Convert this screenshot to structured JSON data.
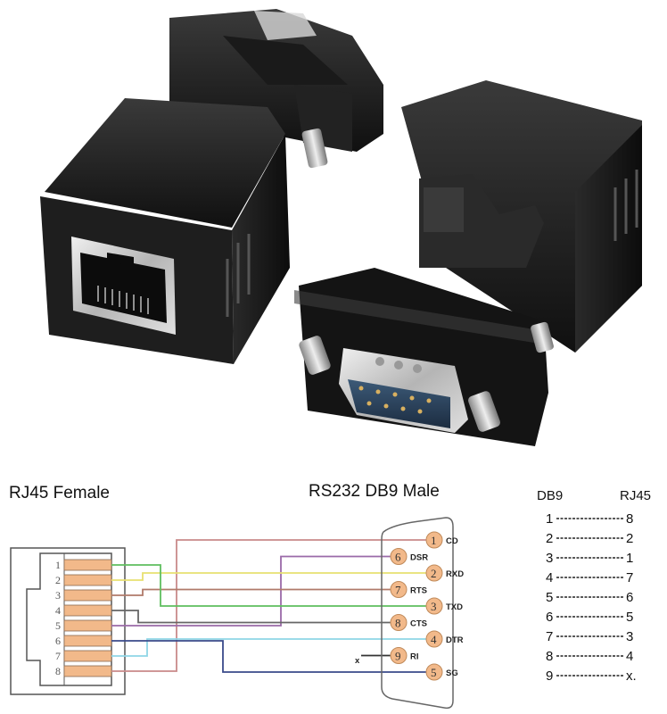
{
  "photo": {
    "subject": "RJ45 female to RS232 DB9 male adapters",
    "left_adapter": "rj45-port-view",
    "right_adapter": "db9-male-view"
  },
  "diagram": {
    "rj45_title": "RJ45 Female",
    "db9_title": "RS232 DB9 Male",
    "rj45_pins": [
      "1",
      "2",
      "3",
      "4",
      "5",
      "6",
      "7",
      "8"
    ],
    "db9_pins": [
      {
        "num": "1",
        "signal": "CD"
      },
      {
        "num": "6",
        "signal": "DSR"
      },
      {
        "num": "2",
        "signal": "RXD"
      },
      {
        "num": "7",
        "signal": "RTS"
      },
      {
        "num": "3",
        "signal": "TXD"
      },
      {
        "num": "8",
        "signal": "CTS"
      },
      {
        "num": "4",
        "signal": "DTR"
      },
      {
        "num": "9",
        "signal": "RI"
      },
      {
        "num": "5",
        "signal": "SG"
      }
    ],
    "unconnected_mark": "x",
    "wire_colors": {
      "cd": "#c98a8a",
      "dsr": "#9a6aa8",
      "rxd": "#e8e070",
      "rts": "#b07a6a",
      "txd": "#5fbf5f",
      "cts": "#666666",
      "dtr": "#8fd6e6",
      "sg": "#3a4a8a",
      "pin": "#f2b98a"
    }
  },
  "pin_table": {
    "header_left": "DB9",
    "header_right": "RJ45",
    "rows": [
      {
        "db9": "1",
        "rj45": "8"
      },
      {
        "db9": "2",
        "rj45": "2"
      },
      {
        "db9": "3",
        "rj45": "1"
      },
      {
        "db9": "4",
        "rj45": "7"
      },
      {
        "db9": "5",
        "rj45": "6"
      },
      {
        "db9": "6",
        "rj45": "5"
      },
      {
        "db9": "7",
        "rj45": "3"
      },
      {
        "db9": "8",
        "rj45": "4"
      },
      {
        "db9": "9",
        "rj45": "x."
      }
    ]
  }
}
